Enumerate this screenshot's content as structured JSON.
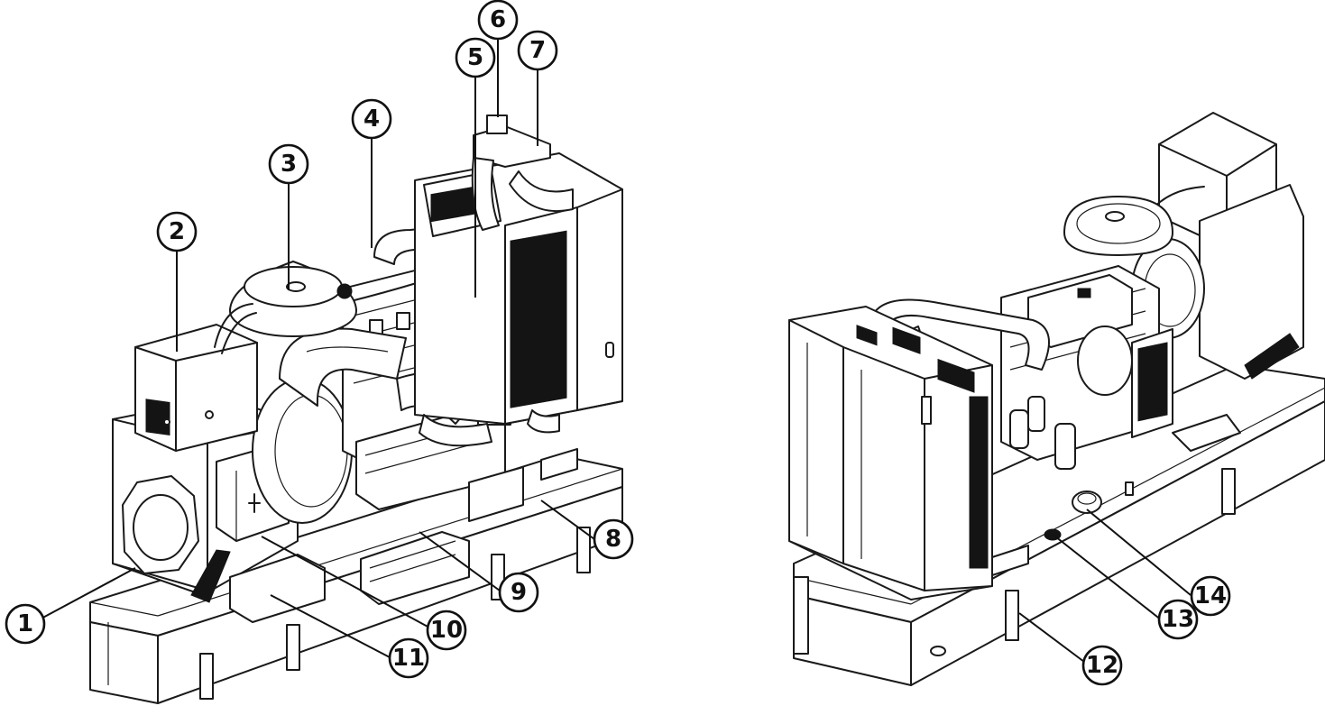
{
  "callouts": [
    {
      "id": "1",
      "label": "1"
    },
    {
      "id": "2",
      "label": "2"
    },
    {
      "id": "3",
      "label": "3"
    },
    {
      "id": "4",
      "label": "4"
    },
    {
      "id": "5",
      "label": "5"
    },
    {
      "id": "6",
      "label": "6"
    },
    {
      "id": "7",
      "label": "7"
    },
    {
      "id": "8",
      "label": "8"
    },
    {
      "id": "9",
      "label": "9"
    },
    {
      "id": "10",
      "label": "10"
    },
    {
      "id": "11",
      "label": "11"
    },
    {
      "id": "12",
      "label": "12"
    },
    {
      "id": "13",
      "label": "13"
    },
    {
      "id": "14",
      "label": "14"
    }
  ],
  "colors": {
    "line": "#1a1a1a",
    "background": "#ffffff",
    "panel_dark": "#141414"
  }
}
